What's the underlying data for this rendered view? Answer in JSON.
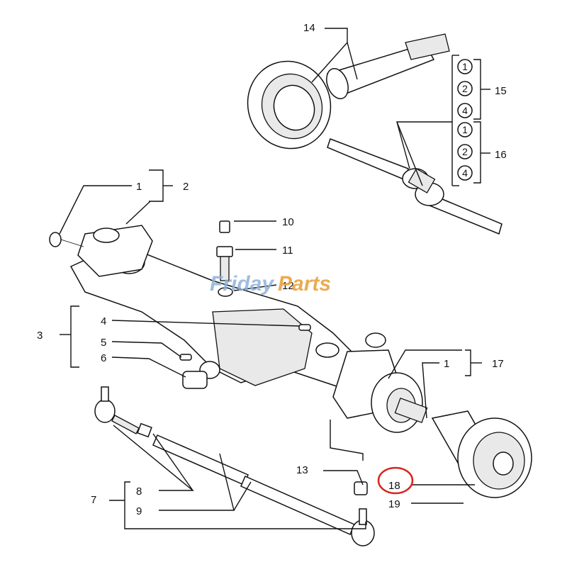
{
  "labels": {
    "l1a": "1",
    "l2": "2",
    "l3": "3",
    "l4": "4",
    "l5": "5",
    "l6": "6",
    "l7": "7",
    "l8": "8",
    "l9": "9",
    "l10": "10",
    "l11": "11",
    "l12": "12",
    "l13": "13",
    "l14": "14",
    "l15": "15",
    "l16": "16",
    "l17": "17",
    "l1b": "1",
    "l18": "18",
    "l19": "19"
  },
  "kit_codes": {
    "k15a": "1",
    "k15b": "2",
    "k15c": "4",
    "k16a": "1",
    "k16b": "2",
    "k16c": "4"
  },
  "watermark": {
    "part_a": "Friday",
    "part_b": "Parts"
  },
  "colors": {
    "highlight": "#d9251c",
    "watermark_blue": "#8fb2d8",
    "watermark_orange": "#e9a341"
  }
}
